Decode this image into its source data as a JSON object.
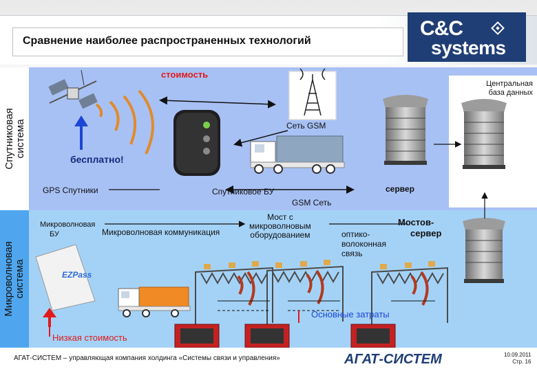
{
  "header": {
    "title": "Сравнение наиболее распространенных технологий",
    "logo_line1": "C&C",
    "logo_line2": "systems"
  },
  "sections": {
    "satellite_label_line1": "Спутниковая",
    "satellite_label_line2": "система",
    "microwave_label_line1": "Микроволновая",
    "microwave_label_line2": "система"
  },
  "satellite": {
    "cost_label": "стоимость",
    "free_label": "бесплатно!",
    "gps_label": "GPS Спутники",
    "onboard_unit_label": "Спутниковое БУ",
    "gsm_network_label": "Сеть GSM",
    "gsm_net_label": "GSM Сеть",
    "central_db_line1": "Центральная",
    "central_db_line2": "база данных",
    "server_label": "сервер"
  },
  "microwave": {
    "mw_unit_line1": "Микроволновая",
    "mw_unit_line2": "БУ",
    "mw_comm_label": "Микроволновая коммуникация",
    "bridge_line1": "Мост с",
    "bridge_line2": "микроволновым",
    "bridge_line3": "оборудованием",
    "fiber_line1": "оптико-",
    "fiber_line2": "волоконная",
    "fiber_line3": "связь",
    "bridge_server_line1": "Мостов-",
    "bridge_server_line2": "сервер",
    "main_costs_label": "Основные затраты",
    "low_cost_label": "Низкая стоимость",
    "unit_brand": "EZPass"
  },
  "footer": {
    "text": "АГАТ-СИСТЕМ – управляющая компания холдинга «Системы связи и управления»",
    "logo": "АГАТ-СИСТЕМ",
    "date": "10.09.2011",
    "page": "Стр. 16"
  },
  "colors": {
    "satellite_bg": "#a8c1f4",
    "microwave_bg": "#a4d2f7",
    "microwave_side": "#4fa6ee",
    "accent_red": "#e01a1a",
    "logo_blue": "#1f3e75",
    "arrow_blue": "#1b46d6"
  }
}
